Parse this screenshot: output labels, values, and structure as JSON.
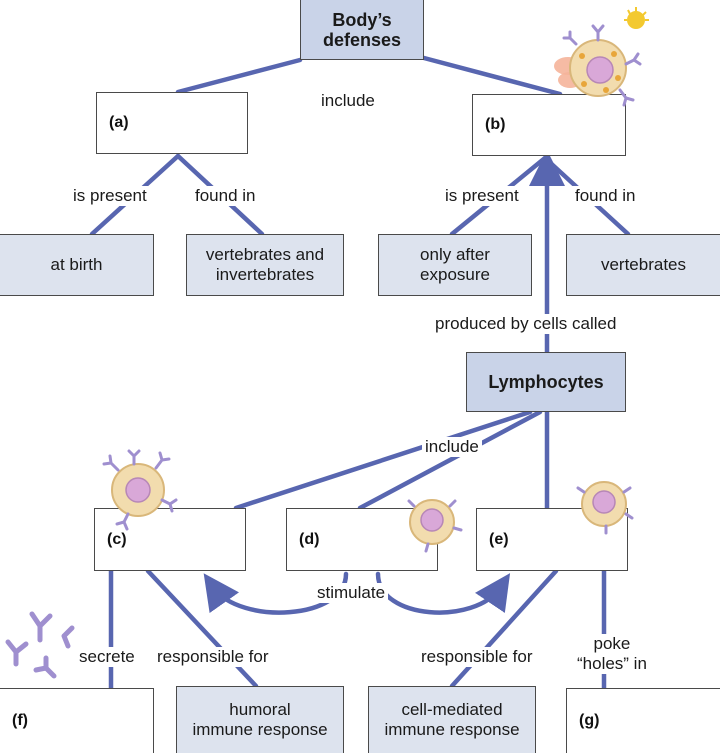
{
  "nodes": {
    "body_defenses": "Body’s\ndefenses",
    "a": "(a)",
    "b": "(b)",
    "at_birth": "at birth",
    "vert_invert": "vertebrates and\ninvertebrates",
    "only_after_exposure": "only after\nexposure",
    "vertebrates": "vertebrates",
    "lymphocytes": "Lymphocytes",
    "c": "(c)",
    "d": "(d)",
    "e": "(e)",
    "f": "(f)",
    "g": "(g)",
    "humoral": "humoral\nimmune response",
    "cell_mediated": "cell-mediated\nimmune response"
  },
  "links": {
    "include_top": "include",
    "is_present_a": "is present",
    "found_in_a": "found in",
    "is_present_b": "is present",
    "found_in_b": "found in",
    "produced_by": "produced by cells called",
    "include_mid": "include",
    "stimulate": "stimulate",
    "secrete": "secrete",
    "responsible_c": "responsible for",
    "responsible_e": "responsible for",
    "poke_holes": "poke\n“holes” in"
  },
  "colors": {
    "line": "#5866b0",
    "key_box": "#c9d3e8",
    "shaded_box": "#dde3ee",
    "cell_body": "#f2dcae",
    "nucleus": "#d9a8d8",
    "antibody": "#9f8fcf"
  },
  "icons": [
    "immune-cell-icon",
    "antibody-icon"
  ]
}
